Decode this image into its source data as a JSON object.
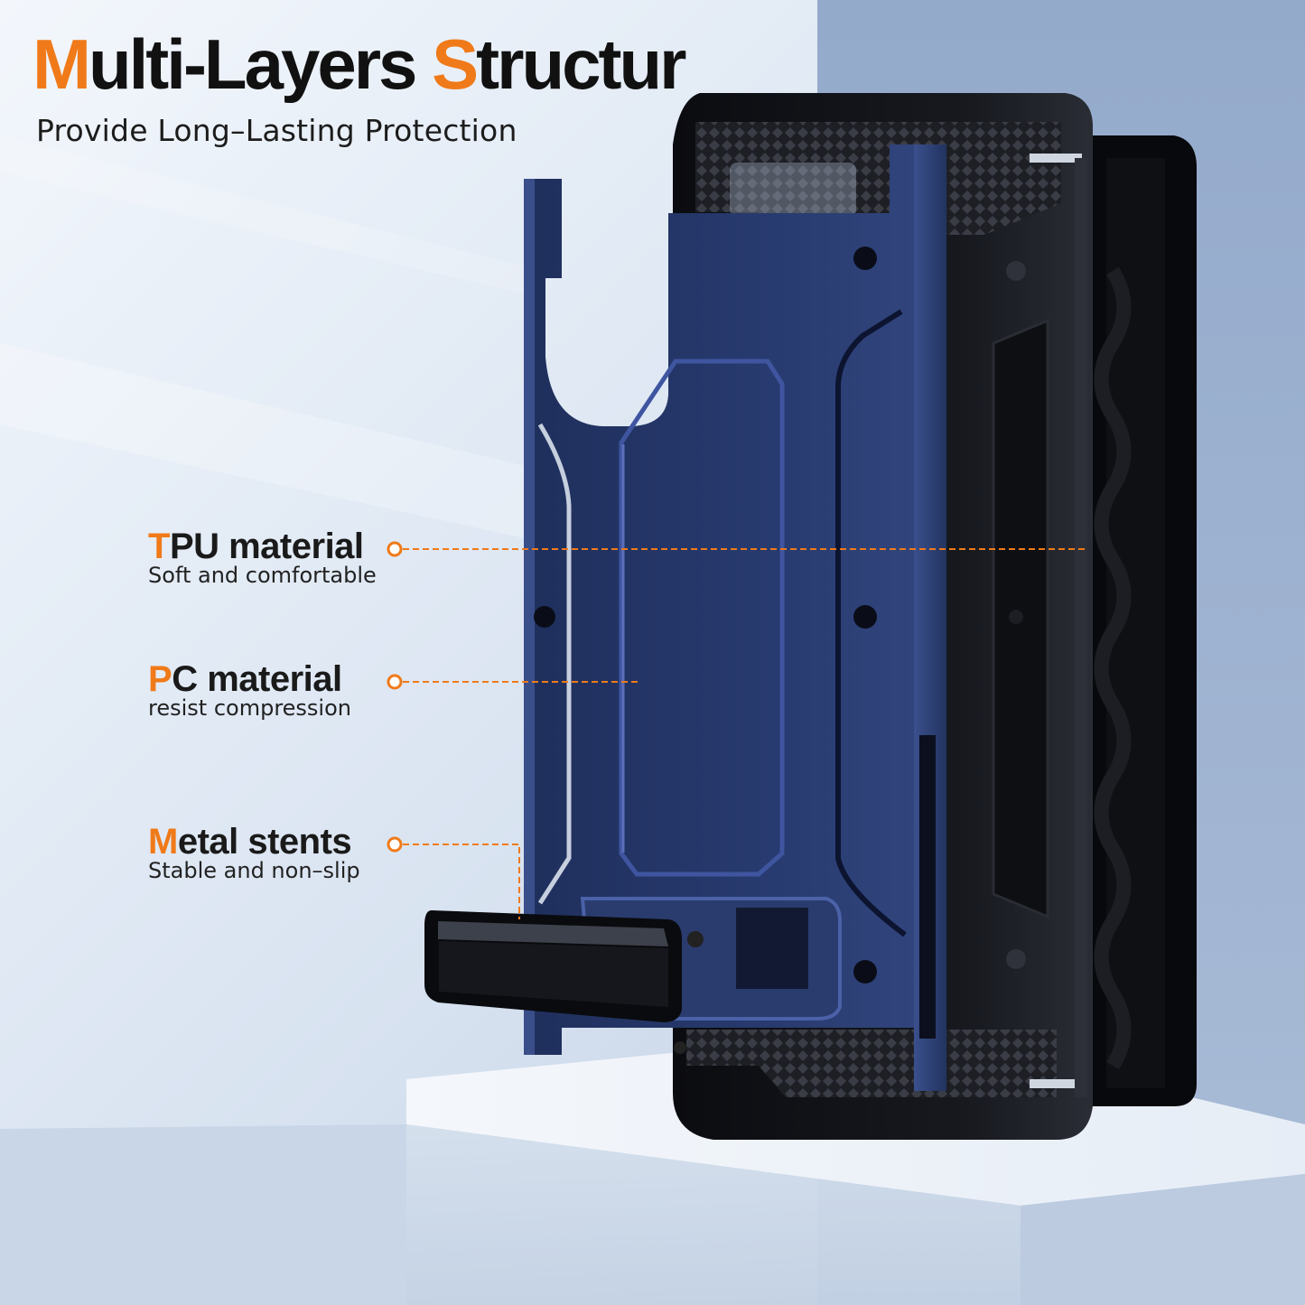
{
  "headline": {
    "first_initial": "M",
    "first_rest": "ulti-Layers ",
    "second_initial": "S",
    "second_rest": "tructur"
  },
  "subheadline": "Provide Long–Lasting Protection",
  "features": [
    {
      "initial": "T",
      "title_rest": "PU material",
      "description": "Soft and comfortable"
    },
    {
      "initial": "P",
      "title_rest": "C material",
      "description": "resist compression"
    },
    {
      "initial": "M",
      "title_rest": "etal stents",
      "description": "Stable and non–slip"
    }
  ],
  "colors": {
    "accent": "#f07a19",
    "case_blue": "#26386b",
    "case_black": "#111318",
    "background": "#dde6f2"
  }
}
